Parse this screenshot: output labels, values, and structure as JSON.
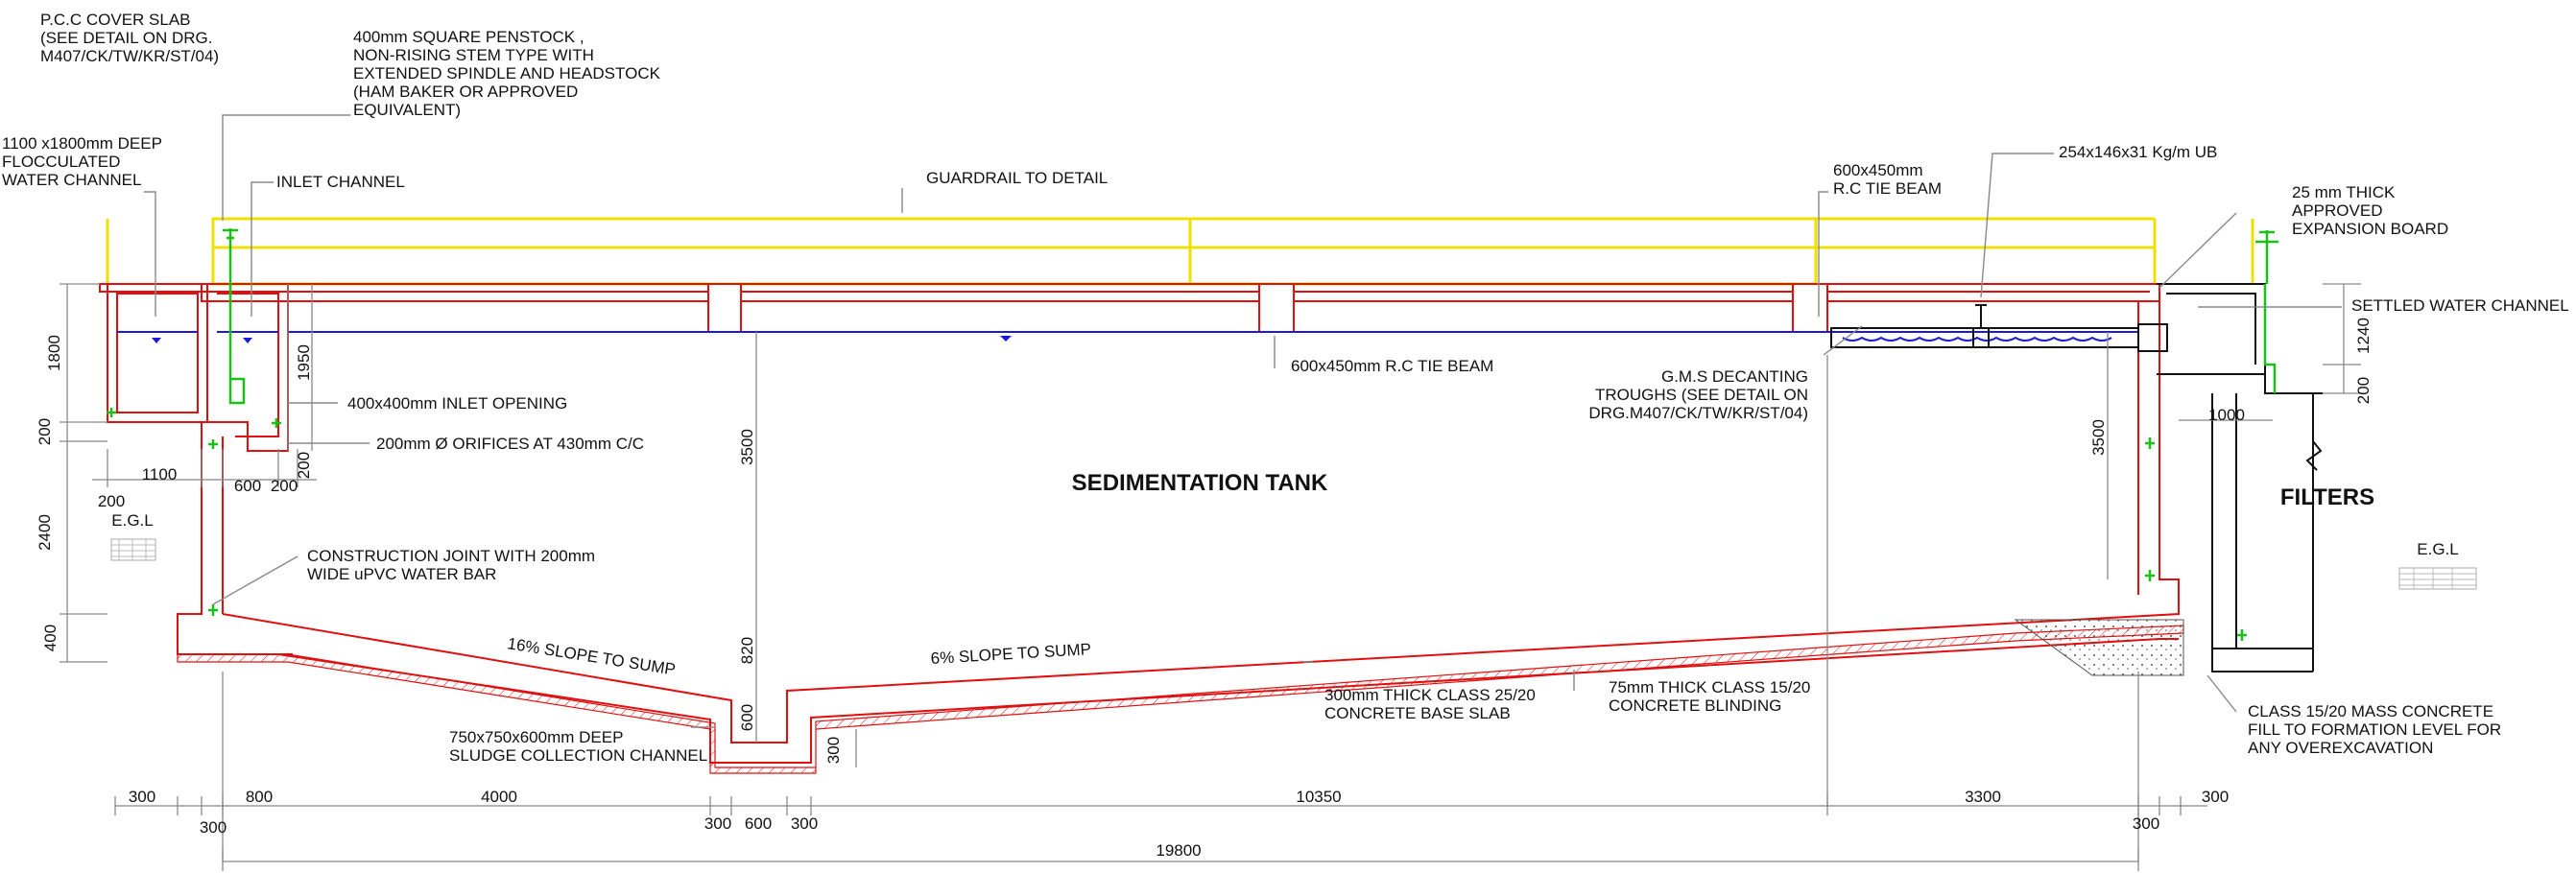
{
  "labels": {
    "pcc_cover": [
      "P.C.C COVER SLAB",
      "(SEE DETAIL ON DRG.",
      "M407/CK/TW/KR/ST/04)"
    ],
    "penstock": [
      "400mm SQUARE PENSTOCK ,",
      "NON-RISING STEM TYPE WITH",
      "EXTENDED SPINDLE AND HEADSTOCK",
      "(HAM BAKER OR APPROVED",
      "EQUIVALENT)"
    ],
    "floc_channel": [
      "1100 x1800mm DEEP",
      "FLOCCULATED",
      "WATER CHANNEL"
    ],
    "inlet_channel": "INLET CHANNEL",
    "guardrail": "GUARDRAIL TO DETAIL",
    "tie_beam_top": [
      "600x450mm",
      "R.C TIE BEAM"
    ],
    "ub": "254x146x31 Kg/m UB",
    "expansion_board": [
      "25 mm THICK",
      "APPROVED",
      "EXPANSION BOARD"
    ],
    "settled_channel": "SETTLED WATER CHANNEL",
    "tie_beam_mid": "600x450mm R.C TIE BEAM",
    "decanting": [
      "G.M.S DECANTING",
      "TROUGHS (SEE DETAIL ON",
      "DRG.M407/CK/TW/KR/ST/04)"
    ],
    "inlet_opening": "400x400mm INLET OPENING",
    "orifices": "200mm Ø ORIFICES AT 430mm C/C",
    "tank_title": "SEDIMENTATION TANK",
    "filters": "FILTERS",
    "egl_left": "E.G.L",
    "egl_right": "E.G.L",
    "construction_joint": [
      "CONSTRUCTION JOINT WITH 200mm",
      "WIDE uPVC WATER BAR"
    ],
    "slope16": "16% SLOPE TO SUMP",
    "slope6": "6% SLOPE TO SUMP",
    "base_slab": [
      "300mm THICK CLASS 25/20",
      "CONCRETE BASE SLAB"
    ],
    "blinding": [
      "75mm THICK CLASS 15/20",
      "CONCRETE BLINDING"
    ],
    "sludge": [
      "750x750x600mm DEEP",
      "SLUDGE COLLECTION CHANNEL"
    ],
    "mass_concrete": [
      "CLASS 15/20 MASS CONCRETE",
      "FILL TO FORMATION LEVEL FOR",
      "ANY OVEREXCAVATION"
    ]
  },
  "dims": {
    "d1800": "1800",
    "d200a": "200",
    "d2400": "2400",
    "d400": "400",
    "d1950": "1950",
    "d200b": "200",
    "d3500a": "3500",
    "d820": "820",
    "d600v": "600",
    "d300v": "300",
    "d3500b": "3500",
    "d1240": "1240",
    "d200c": "200",
    "d1000": "1000",
    "d1100": "1100",
    "d200h": "200",
    "d600h": "600",
    "d200h2": "200",
    "b300a": "300",
    "b300b": "300",
    "b800": "800",
    "b4000": "4000",
    "b300c": "300",
    "b600": "600",
    "b300d": "300",
    "b10350": "10350",
    "b3300": "3300",
    "b300e": "300",
    "b300f": "300",
    "b19800": "19800"
  },
  "colors": {
    "concrete": "#e01010",
    "water": "#1a1ad8",
    "guardrail": "#f0e000",
    "fittings": "#18c018"
  }
}
